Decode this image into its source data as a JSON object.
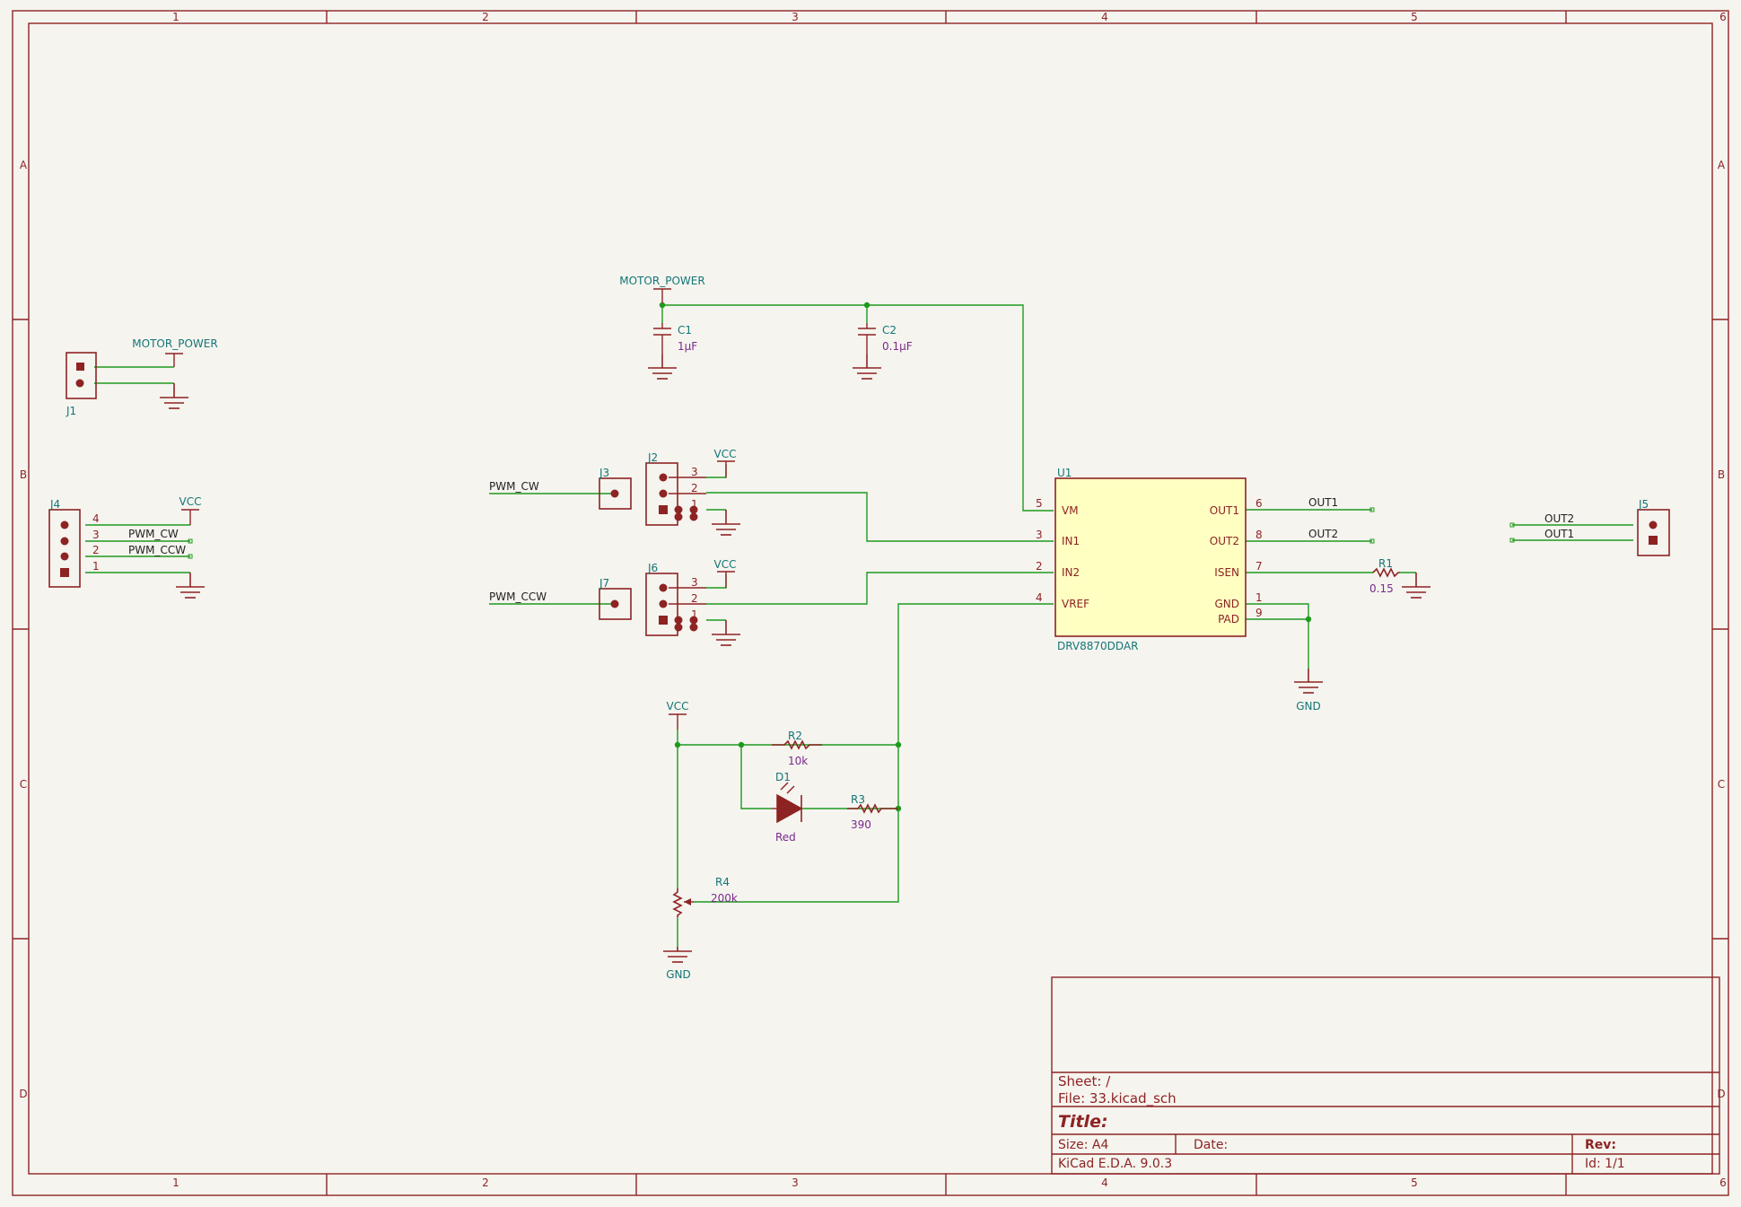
{
  "sheet": {
    "columns": [
      "1",
      "2",
      "3",
      "4",
      "5",
      "6"
    ],
    "rows": [
      "A",
      "B",
      "C",
      "D"
    ]
  },
  "components": {
    "u1": {
      "ref": "U1",
      "value": "DRV8870DDAR",
      "pins_left": [
        {
          "num": "5",
          "name": "VM"
        },
        {
          "num": "3",
          "name": "IN1"
        },
        {
          "num": "2",
          "name": "IN2"
        },
        {
          "num": "4",
          "name": "VREF"
        }
      ],
      "pins_right": [
        {
          "num": "6",
          "name": "OUT1"
        },
        {
          "num": "8",
          "name": "OUT2"
        },
        {
          "num": "7",
          "name": "ISEN"
        },
        {
          "num": "1",
          "name": "GND"
        },
        {
          "num": "9",
          "name": "PAD"
        }
      ]
    },
    "c1": {
      "ref": "C1",
      "value": "1µF"
    },
    "c2": {
      "ref": "C2",
      "value": "0.1µF"
    },
    "r1": {
      "ref": "R1",
      "value": "0.15"
    },
    "r2": {
      "ref": "R2",
      "value": "10k"
    },
    "r3": {
      "ref": "R3",
      "value": "390"
    },
    "r4": {
      "ref": "R4",
      "value": "200k"
    },
    "d1": {
      "ref": "D1",
      "value": "Red"
    },
    "j1": {
      "ref": "J1"
    },
    "j2": {
      "ref": "J2",
      "pins": [
        "3",
        "2",
        "1"
      ]
    },
    "j3": {
      "ref": "J3"
    },
    "j4": {
      "ref": "J4",
      "pins": [
        "4",
        "3",
        "2",
        "1"
      ]
    },
    "j5": {
      "ref": "J5"
    },
    "j6": {
      "ref": "J6",
      "pins": [
        "3",
        "2",
        "1"
      ]
    },
    "j7": {
      "ref": "J7"
    }
  },
  "power": {
    "motor_power": "MOTOR_POWER",
    "vcc": "VCC",
    "gnd": "GND"
  },
  "nets": {
    "pwm_cw": "PWM_CW",
    "pwm_ccw": "PWM_CCW",
    "out1": "OUT1",
    "out2": "OUT2"
  },
  "title_block": {
    "sheet": "Sheet: /",
    "file": "File: 33.kicad_sch",
    "title": "Title:",
    "size": "Size: A4",
    "date": "Date:",
    "rev": "Rev:",
    "app": "KiCad E.D.A. 9.0.3",
    "id": "Id: 1/1"
  }
}
